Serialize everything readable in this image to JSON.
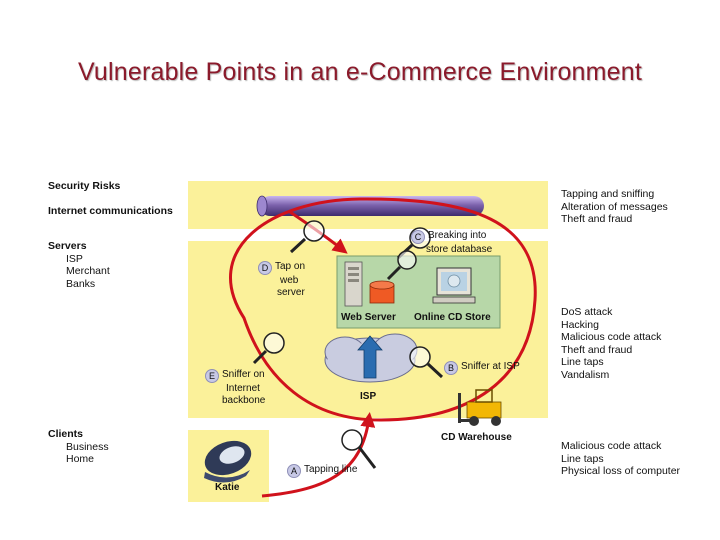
{
  "title": "Vulnerable Points in an e-Commerce Environment",
  "left": {
    "security_risks": "Security Risks",
    "internet_communications": "Internet communications",
    "servers": {
      "label": "Servers",
      "items": [
        "ISP",
        "Merchant",
        "Banks"
      ]
    },
    "clients": {
      "label": "Clients",
      "items": [
        "Business",
        "Home"
      ]
    }
  },
  "right": {
    "internet_risks": [
      "Tapping and sniffing",
      "Alteration of messages",
      "Theft and fraud"
    ],
    "server_risks": [
      "DoS attack",
      "Hacking",
      "Malicious code attack",
      "Theft and fraud",
      "Line taps",
      "Vandalism"
    ],
    "client_risks": [
      "Malicious code attack",
      "Line taps",
      "Physical loss of computer"
    ]
  },
  "points": {
    "A": {
      "letter": "A",
      "text": "Tapping line"
    },
    "B": {
      "letter": "B",
      "text": "Sniffer at ISP"
    },
    "C": {
      "letter": "C",
      "line1": "Breaking into",
      "line2": "store database"
    },
    "D": {
      "letter": "D",
      "line1": "Tap on",
      "line2": "web",
      "line3": "server"
    },
    "E": {
      "letter": "E",
      "line1": "Sniffer on",
      "line2": "Internet",
      "line3": "backbone"
    }
  },
  "nodes": {
    "web_server": "Web Server",
    "online_cd_store": "Online CD Store",
    "isp": "ISP",
    "cd_warehouse": "CD Warehouse",
    "client": "Katie"
  },
  "colors": {
    "title": "#8b1a2b",
    "panel": "#fbf19a",
    "store_box": "#b7d7a8",
    "path": "#d0121c",
    "pipe": "#7d63ad",
    "cloud": "#c9cce0"
  }
}
